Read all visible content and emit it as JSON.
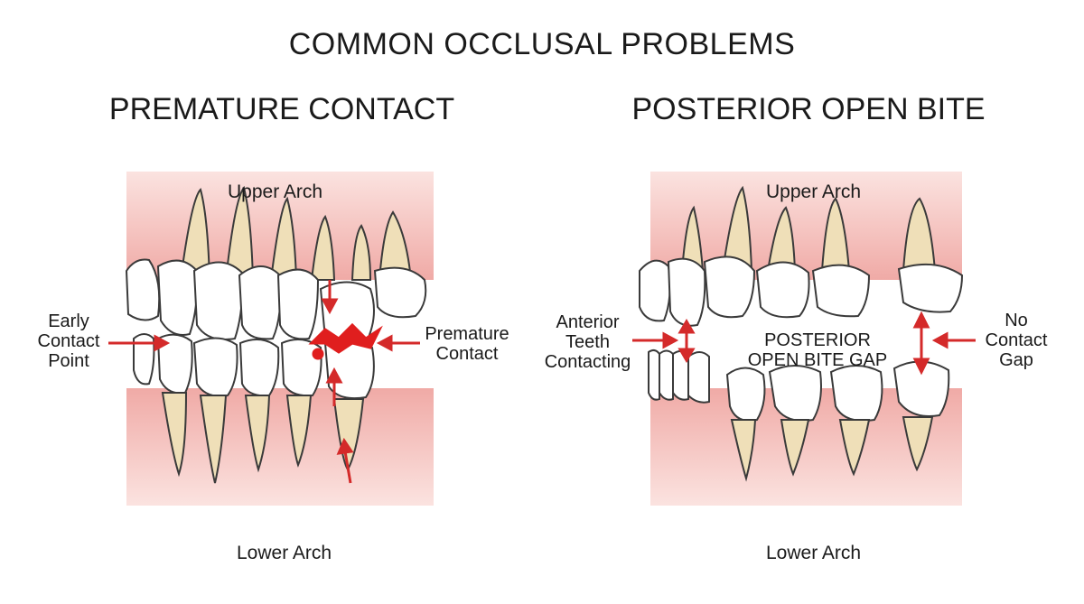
{
  "title": "COMMON OCCLUSAL PROBLEMS",
  "panels": [
    {
      "title": "PREMATURE CONTACT",
      "labels": {
        "upper_arch": "Upper Arch",
        "lower_arch": "Lower Arch",
        "left": "Early\nContact\nPoint",
        "right": "Premature\nContact"
      }
    },
    {
      "title": "POSTERIOR OPEN BITE",
      "labels": {
        "upper_arch": "Upper Arch",
        "lower_arch": "Lower Arch",
        "left": "Anterior\nTeeth\nContacting",
        "center": "POSTERIOR\nOPEN BITE GAP",
        "right": "No\nContact\nGap"
      }
    }
  ],
  "colors": {
    "gum": "#f2b8b4",
    "gum_light": "#fadcd9",
    "tooth": "#ffffff",
    "root": "#efdfb8",
    "outline": "#3a3a3a",
    "arrow": "#d42a2a",
    "contact": "#e01e1e"
  }
}
